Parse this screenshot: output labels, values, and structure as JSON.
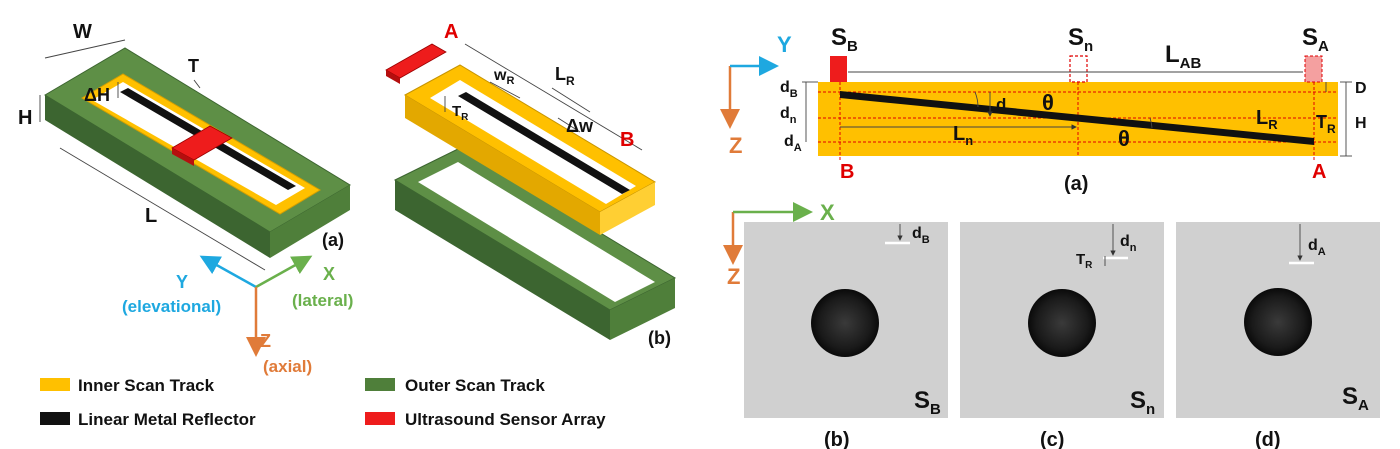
{
  "colors": {
    "inner_track": "#ffc000",
    "inner_track_dark": "#e3a800",
    "outer_track": "#4f7f3a",
    "outer_track_top": "#5e8f46",
    "outer_track_dark": "#3c6530",
    "reflector": "#111111",
    "sensor": "#ee1c1c",
    "sensor_ghost": "#f4a0a0",
    "y_axis": "#1ea8e0",
    "x_axis": "#6ab04c",
    "z_axis": "#e07b39",
    "point_label": "#e00000",
    "panel_bg": "#d0d0d0"
  },
  "left": {
    "panel_a_label": "(a)",
    "panel_b_label": "(b)",
    "dims": {
      "W": "W",
      "T": "T",
      "H": "H",
      "L": "L",
      "dH": "ΔH",
      "A": "A",
      "B": "B",
      "wR": "w",
      "wR_sub": "R",
      "LR": "L",
      "LR_sub": "R",
      "TR": "T",
      "TR_sub": "R",
      "dw": "Δw"
    },
    "axes": {
      "y": "Y",
      "y_desc": "(elevational)",
      "x": "X",
      "x_desc": "(lateral)",
      "z": "Z",
      "z_desc": "(axial)"
    },
    "legend": [
      {
        "label": "Inner Scan Track",
        "color_key": "inner_track"
      },
      {
        "label": "Outer Scan Track",
        "color_key": "outer_track"
      },
      {
        "label": "Linear Metal Reflector",
        "color_key": "reflector"
      },
      {
        "label": "Ultrasound Sensor Array",
        "color_key": "sensor"
      }
    ]
  },
  "right": {
    "panel_a_label": "(a)",
    "axes": {
      "y": "Y",
      "z": "Z",
      "x": "X"
    },
    "top": {
      "SB": "S",
      "SB_sub": "B",
      "Sn": "S",
      "Sn_sub": "n",
      "SA": "S",
      "SA_sub": "A",
      "LAB": "L",
      "LAB_sub": "AB",
      "dB": "d",
      "dB_sub": "B",
      "dn": "d",
      "dn_sub": "n",
      "dA": "d",
      "dA_sub": "A",
      "d": "d",
      "theta": "θ",
      "LR": "L",
      "LR_sub": "R",
      "Ln": "L",
      "Ln_sub": "n",
      "TR": "T",
      "TR_sub": "R",
      "H": "H",
      "D": "D",
      "B": "B",
      "A": "A"
    },
    "images": [
      {
        "label": "(b)",
        "corner": "S",
        "corner_sub": "B",
        "d": "d",
        "d_sub": "B"
      },
      {
        "label": "(c)",
        "corner": "S",
        "corner_sub": "n",
        "d": "d",
        "d_sub": "n",
        "t": "T",
        "t_sub": "R"
      },
      {
        "label": "(d)",
        "corner": "S",
        "corner_sub": "A",
        "d": "d",
        "d_sub": "A"
      }
    ]
  }
}
